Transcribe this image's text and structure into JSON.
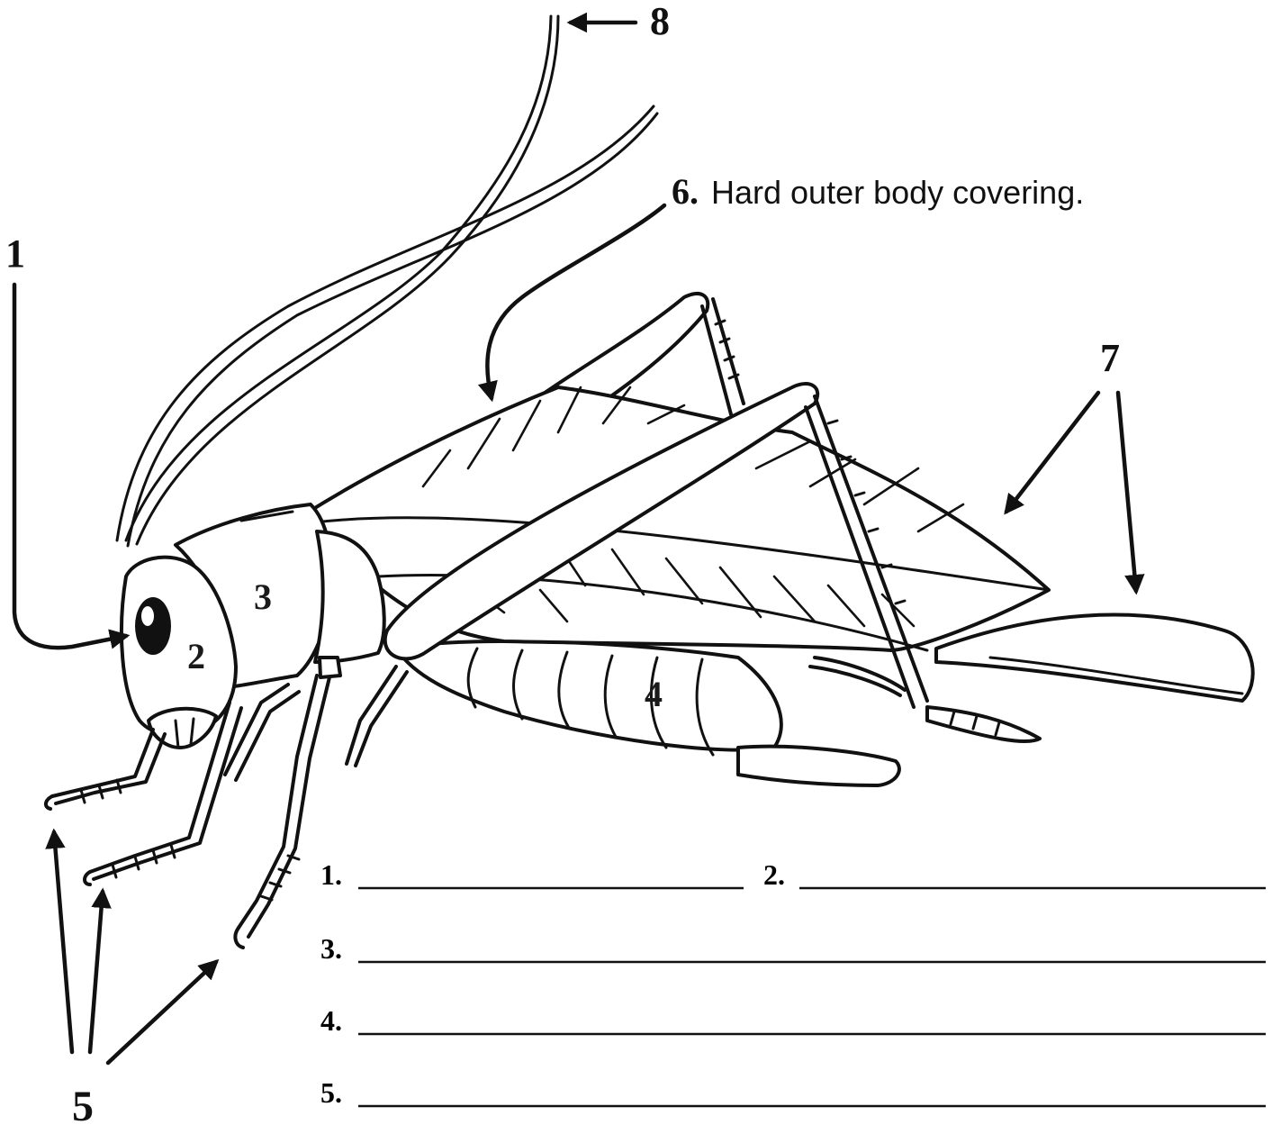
{
  "labels": {
    "l1": "1",
    "l2": "2",
    "l3": "3",
    "l4": "4",
    "l5": "5",
    "l6_num": "6.",
    "l6_text": "Hard outer body covering.",
    "l7": "7",
    "l8": "8"
  },
  "answers": [
    {
      "num": "1.",
      "line": "_______________________________"
    },
    {
      "num": "2.",
      "line": "_______________________________________"
    },
    {
      "num": "3.",
      "line": "______________________________________________________________________"
    },
    {
      "num": "4.",
      "line": "______________________________________________________________________"
    },
    {
      "num": "5.",
      "line": "______________________________________________________________________"
    }
  ]
}
